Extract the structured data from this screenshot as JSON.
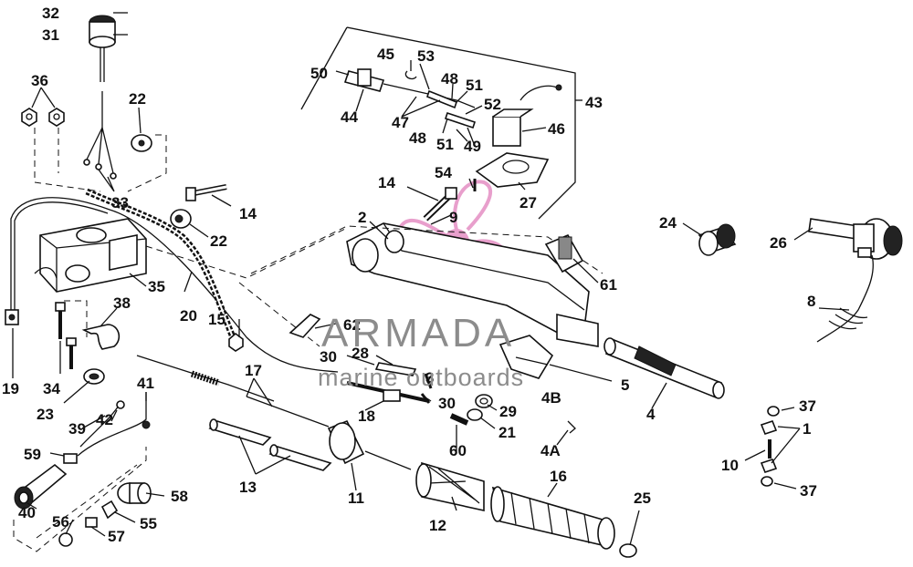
{
  "watermark": {
    "brand": "ARMADA",
    "tagline": "marine outboards",
    "logo_color": "#e58fc4"
  },
  "labels": {
    "l32": "32",
    "l31": "31",
    "l36": "36",
    "l22a": "22",
    "l33": "33",
    "l14a": "14",
    "l22b": "22",
    "l35": "35",
    "l38": "38",
    "l20": "20",
    "l15": "15",
    "l19": "19",
    "l34": "34",
    "l23": "23",
    "l41": "41",
    "l39": "39",
    "l42": "42",
    "l59": "59",
    "l40": "40",
    "l56": "56",
    "l57": "57",
    "l55": "55",
    "l58": "58",
    "l13": "13",
    "l17": "17",
    "l11": "11",
    "l18": "18",
    "l60": "60",
    "l12": "12",
    "l16": "16",
    "l25": "25",
    "l45": "45",
    "l53": "53",
    "l50": "50",
    "l48a": "48",
    "l51a": "51",
    "l52": "52",
    "l43": "43",
    "l44": "44",
    "l47": "47",
    "l48b": "48",
    "l51b": "51",
    "l49": "49",
    "l46": "46",
    "l54": "54",
    "l14b": "14",
    "l27": "27",
    "l2": "2",
    "l9": "9",
    "l24": "24",
    "l26": "26",
    "l61": "61",
    "l62": "62",
    "l30a": "30",
    "l28": "28",
    "l3": "3",
    "l30b": "30",
    "l29": "29",
    "l21": "21",
    "l4b": "4B",
    "l5": "5",
    "l4": "4",
    "l4a": "4A",
    "l8": "8",
    "l37a": "37",
    "l1": "1",
    "l10": "10",
    "l37b": "37"
  }
}
